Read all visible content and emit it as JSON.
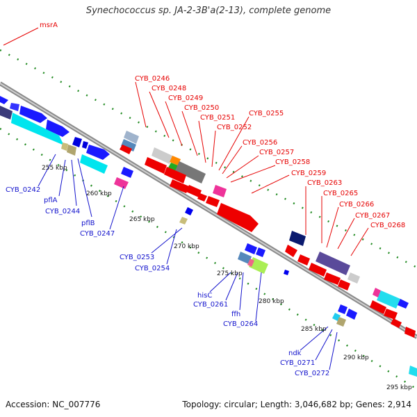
{
  "title": "Synechococcus sp. JA-2-3B'a(2-13), complete genome",
  "footer": {
    "accession": "Accession: NC_007776",
    "summary": "Topology: circular; Length: 3,046,682 bp; Genes: 2,914"
  },
  "scale_ticks": [
    "255 kbp",
    "260 kbp",
    "265 kbp",
    "270 kbp",
    "275 kbp",
    "280 kbp",
    "285 kbp",
    "290 kbp",
    "295 kbp"
  ],
  "labels_red": [
    "msrA",
    "CYB_0246",
    "CYB_0248",
    "CYB_0249",
    "CYB_0250",
    "CYB_0251",
    "CYB_0252",
    "CYB_0255",
    "CYB_0256",
    "CYB_0257",
    "CYB_0258",
    "CYB_0259",
    "CYB_0263",
    "CYB_0265",
    "CYB_0266",
    "CYB_0267",
    "CYB_0268"
  ],
  "labels_blue": [
    "CYB_0242",
    "pflA",
    "CYB_0244",
    "pflB",
    "CYB_0247",
    "CYB_0253",
    "CYB_0254",
    "hisC",
    "CYB_0261",
    "ffh",
    "CYB_0264",
    "ndk",
    "CYB_0271",
    "CYB_0272"
  ],
  "colors": {
    "forward_gene": "#ff0000",
    "reverse_gene": "#0000ff",
    "backbone": "#888888",
    "gc_ticks": "#228b22"
  }
}
